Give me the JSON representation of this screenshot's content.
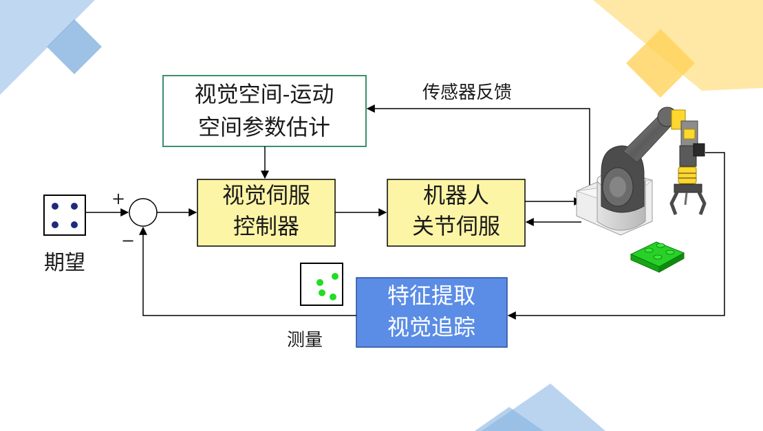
{
  "blocks": {
    "estimator": {
      "line1": "视觉空间-运动",
      "line2": "空间参数估计"
    },
    "visual_servo": {
      "line1": "视觉伺服",
      "line2": "控制器"
    },
    "joint_servo": {
      "line1": "机器人",
      "line2": "关节伺服"
    },
    "feature": {
      "line1": "特征提取",
      "line2": "视觉追踪"
    }
  },
  "labels": {
    "desired": "期望",
    "sensor_feedback": "传感器反馈",
    "measurement": "测量",
    "plus": "+",
    "minus": "−"
  },
  "colors": {
    "estimator_border": "#3a8f6a",
    "servo_fill": "#fdf5a6",
    "feature_fill": "#5b8de6",
    "feature_text": "#ffffff",
    "desired_dot": "#1f2a7a",
    "measured_dot": "#22dd22",
    "deco_blue": "#a9c9ec",
    "deco_yellow": "#ffe28f",
    "brick": "#19c419"
  }
}
